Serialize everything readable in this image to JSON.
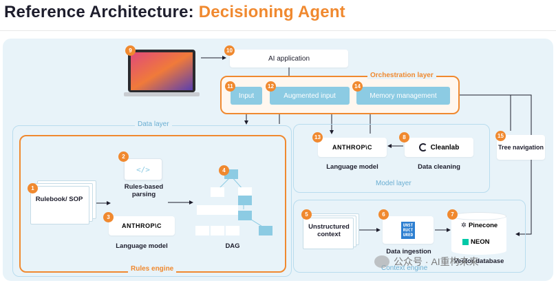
{
  "title": {
    "prefix": "Reference Architecture: ",
    "accent": "Decisioning Agent"
  },
  "accent_color": "#f0892f",
  "blue_color": "#8ccbe3",
  "groups": {
    "orchestration": "Orchestration layer",
    "data": "Data layer",
    "model": "Model layer",
    "rules": "Rules engine",
    "context": "Context engine"
  },
  "nodes": {
    "n9": {
      "num": "9"
    },
    "n10": {
      "num": "10",
      "label": "AI application"
    },
    "n11": {
      "num": "11",
      "label": "Input"
    },
    "n12": {
      "num": "12",
      "label": "Augmented input"
    },
    "n14": {
      "num": "14",
      "label": "Memory management"
    },
    "n13": {
      "num": "13",
      "logo": "ANTHROP\\C",
      "label": "Language model"
    },
    "n8": {
      "num": "8",
      "logo": "Cleanlab",
      "label": "Data cleaning"
    },
    "n15": {
      "num": "15",
      "label": "Tree navigation"
    },
    "n1": {
      "num": "1",
      "label": "Rulebook/ SOP"
    },
    "n2": {
      "num": "2",
      "code": "</>",
      "label": "Rules-based parsing"
    },
    "n3": {
      "num": "3",
      "logo": "ANTHROP\\C",
      "label": "Language model"
    },
    "n4": {
      "num": "4",
      "label": "DAG"
    },
    "n5": {
      "num": "5",
      "label": "Unstructured context"
    },
    "n6": {
      "num": "6",
      "logo_lines": [
        "UNST",
        "RUCT",
        "URED"
      ],
      "label": "Data ingestion"
    },
    "n7": {
      "num": "7",
      "logo1": "Pinecone",
      "logo2": "NEON",
      "label": "Vector database"
    }
  },
  "watermark": "公众号 · AI重构未来",
  "icons": {
    "laptop": "laptop-icon",
    "wechat": "wechat-icon",
    "pinecone": "pinecone-icon",
    "neon": "neon-icon",
    "cleanlab": "cleanlab-icon",
    "code": "code-icon"
  }
}
